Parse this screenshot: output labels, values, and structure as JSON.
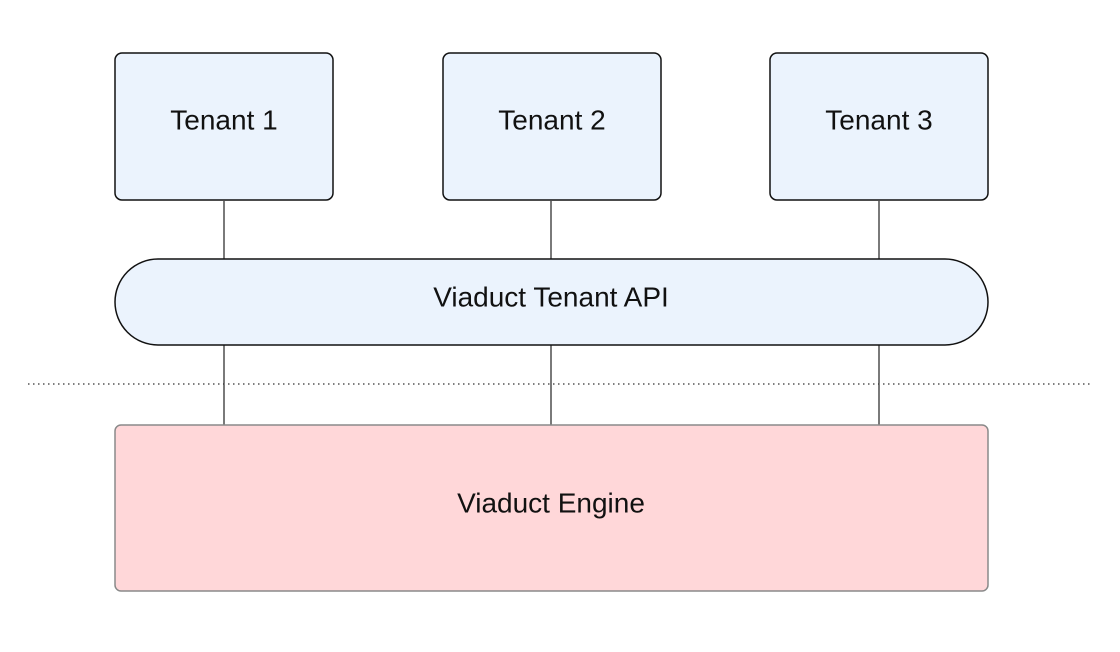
{
  "diagram": {
    "tenants": [
      {
        "label": "Tenant 1"
      },
      {
        "label": "Tenant 2"
      },
      {
        "label": "Tenant 3"
      }
    ],
    "api": {
      "label": "Viaduct Tenant API"
    },
    "engine": {
      "label": "Viaduct Engine"
    },
    "colors": {
      "tenant_fill": "#EBF3FD",
      "api_fill": "#EBF3FD",
      "engine_fill": "#FFD7D9",
      "stroke": "#111111",
      "engine_stroke": "#8A8A8A",
      "separator": "#333333"
    }
  }
}
